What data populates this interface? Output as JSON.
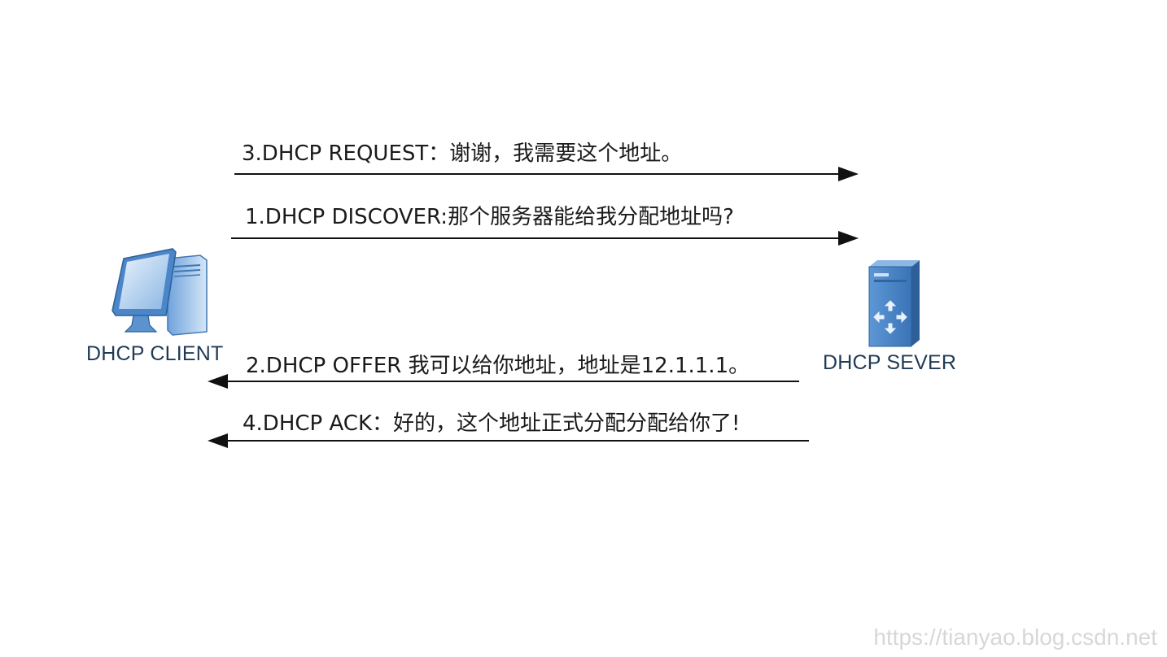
{
  "client": {
    "label": "DHCP CLIENT",
    "icon": "computer-icon"
  },
  "server": {
    "label": "DHCP SEVER",
    "icon": "server-icon"
  },
  "messages": [
    {
      "label": "3.DHCP REQUEST：谢谢，我需要这个地址。",
      "direction": "to-server"
    },
    {
      "label": "1.DHCP DISCOVER:那个服务器能给我分配地址吗?",
      "direction": "to-server"
    },
    {
      "label": "2.DHCP OFFER 我可以给你地址，地址是12.1.1.1。",
      "direction": "to-client"
    },
    {
      "label": "4.DHCP ACK：好的，这个地址正式分配分配给你了!",
      "direction": "to-client"
    }
  ],
  "watermark": "https://tianyao.blog.csdn.net",
  "colors": {
    "arrow": "#111111",
    "icon_blue": "#4a86c8",
    "label_text": "#1f3a56"
  }
}
